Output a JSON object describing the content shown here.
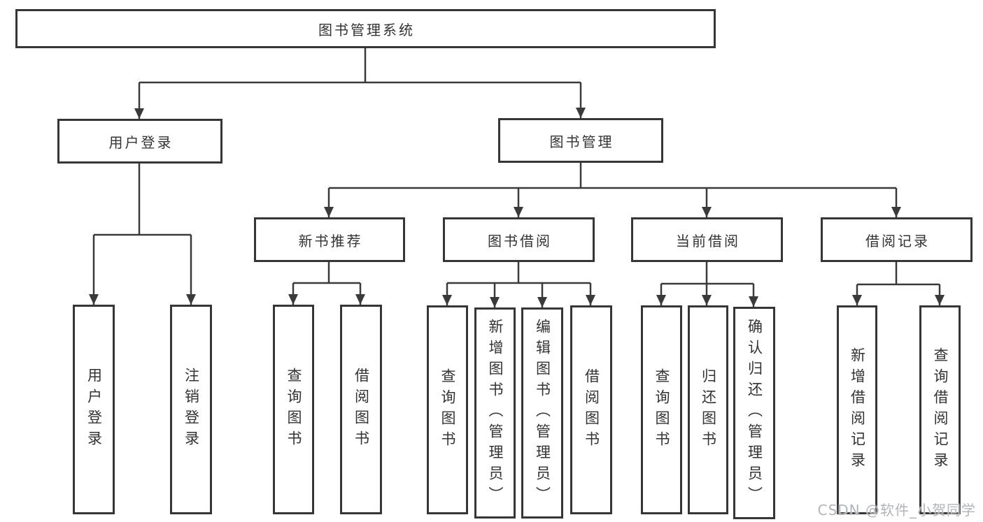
{
  "colors": {
    "line": "#3a3a3a",
    "box_border": "#363636",
    "text": "#333333",
    "watermark": "#b1b4bb",
    "background": "#ffffff"
  },
  "tree": {
    "root": {
      "label": "图书管理系统"
    },
    "level2": [
      {
        "label": "用户登录",
        "children": [
          {
            "label": "用户登录"
          },
          {
            "label": "注销登录"
          }
        ]
      },
      {
        "label": "图书管理",
        "children": [
          {
            "label": "新书推荐",
            "children": [
              {
                "label": "查询图书"
              },
              {
                "label": "借阅图书"
              }
            ]
          },
          {
            "label": "图书借阅",
            "children": [
              {
                "label": "查询图书"
              },
              {
                "label": "新增图书（管理员）"
              },
              {
                "label": "编辑图书（管理员）"
              },
              {
                "label": "借阅图书"
              }
            ]
          },
          {
            "label": "当前借阅",
            "children": [
              {
                "label": "查询图书"
              },
              {
                "label": "归还图书"
              },
              {
                "label": "确认归还（管理员）"
              }
            ]
          },
          {
            "label": "借阅记录",
            "children": [
              {
                "label": "新增借阅记录"
              },
              {
                "label": "查询借阅记录"
              }
            ]
          }
        ]
      }
    ]
  },
  "watermark": {
    "text": "CSDN @软件_小贺同学"
  }
}
